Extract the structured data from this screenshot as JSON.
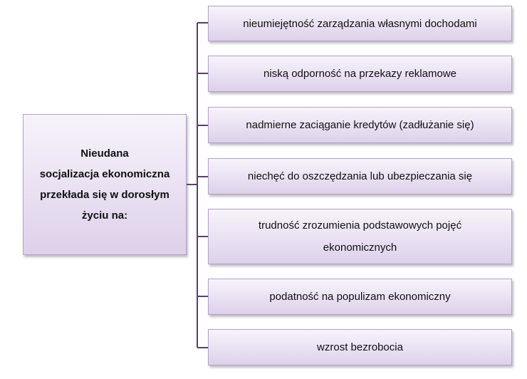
{
  "root": {
    "lines": [
      "Nieudana",
      "socjalizacja ekonomiczna",
      "przekłada się w dorosłym",
      "życiu na:"
    ]
  },
  "items": [
    {
      "lines": [
        "nieumiejętność zarządzania własnymi dochodami"
      ]
    },
    {
      "lines": [
        "niską odporność na przekazy reklamowe"
      ]
    },
    {
      "lines": [
        "nadmierne zaciąganie kredytów (zadłużanie się)"
      ]
    },
    {
      "lines": [
        "niechęć do oszczędzania lub ubezpieczania się"
      ]
    },
    {
      "lines": [
        "trudność zrozumienia podstawowych pojęć",
        "ekonomicznych"
      ]
    },
    {
      "lines": [
        "podatność na populizam ekonomiczny"
      ]
    },
    {
      "lines": [
        "wzrost bezrobocia"
      ]
    }
  ],
  "colors": {
    "box_fill_top": "#f7f3fb",
    "box_fill_bottom": "#ddd1ea",
    "box_border": "#b3a1c8",
    "connector": "#5a3f6e"
  }
}
